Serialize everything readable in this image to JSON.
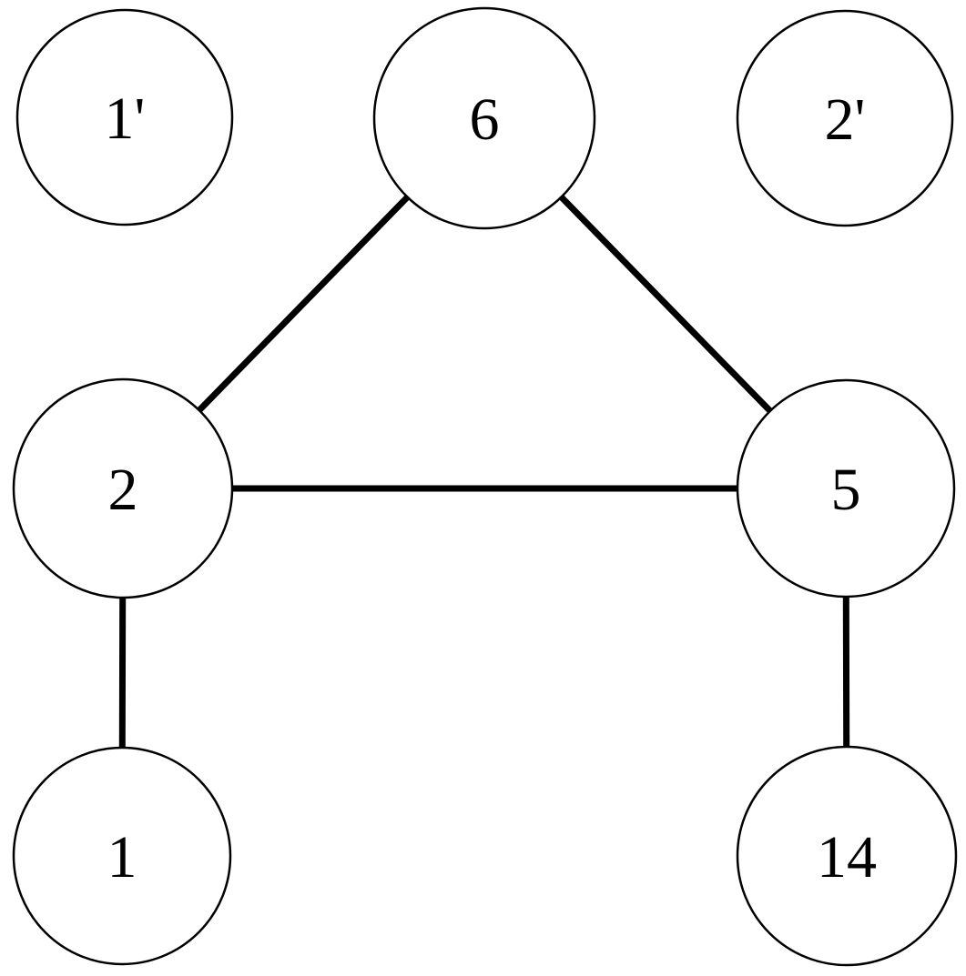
{
  "diagram": {
    "type": "graph",
    "background_color": "#ffffff",
    "stroke_color": "#000000",
    "nodes": [
      {
        "id": "1prime",
        "label": "1'",
        "position": "top-left"
      },
      {
        "id": "6",
        "label": "6",
        "position": "top-center"
      },
      {
        "id": "2prime",
        "label": "2'",
        "position": "top-right"
      },
      {
        "id": "2",
        "label": "2",
        "position": "middle-left"
      },
      {
        "id": "5",
        "label": "5",
        "position": "middle-right"
      },
      {
        "id": "1",
        "label": "1",
        "position": "bottom-left"
      },
      {
        "id": "14",
        "label": "14",
        "position": "bottom-right"
      }
    ],
    "edges": [
      {
        "from": "6",
        "to": "2"
      },
      {
        "from": "6",
        "to": "5"
      },
      {
        "from": "2",
        "to": "5"
      },
      {
        "from": "2",
        "to": "1"
      },
      {
        "from": "5",
        "to": "14"
      }
    ],
    "isolated_nodes": [
      "1'",
      "2'"
    ]
  }
}
